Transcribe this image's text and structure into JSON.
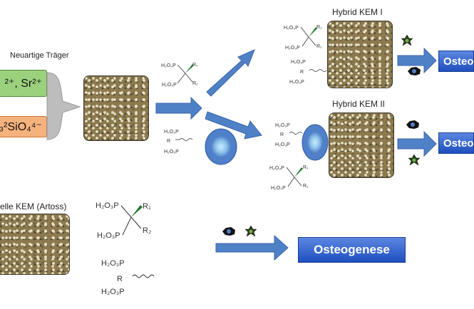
{
  "left": {
    "carrier_title": "Neuartige Träger",
    "ion_top": "²⁺, Sr²⁺",
    "ion_bottom": "₃²SiO₄⁴⁻",
    "conventional_label": "elle KEM (Artoss)"
  },
  "top": {
    "hybrid1_title": "Hybrid KEM I",
    "hybrid2_title": "Hybrid KEM II",
    "osteo_top": "Osteo",
    "osteo_mid": "Osteo"
  },
  "bottom": {
    "osteogenese": "Osteogenese"
  },
  "molecules": {
    "p_group": "H₂O₃P",
    "r1": "R₁",
    "r2": "R₂",
    "r": "R"
  },
  "colors": {
    "arrow_blue": "#4f81c7",
    "cell_outer": "#4f80c9",
    "cell_inner": "#a8d3f0",
    "box_blue": "#2455c4",
    "ion_green": "#9bd17c",
    "ion_orange": "#f6b27d"
  }
}
